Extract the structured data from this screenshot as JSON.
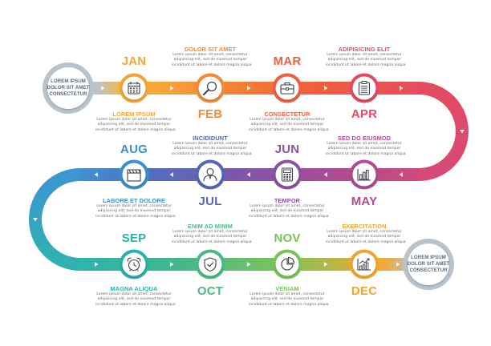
{
  "start": {
    "text": [
      "LOREM IPSUM",
      "DOLOR SIT AMET",
      "CONSECTETUR"
    ]
  },
  "end": {
    "text": [
      "LOREM IPSUM",
      "DOLOR SIT AMET",
      "CONSECTETUR"
    ]
  },
  "months": [
    {
      "label": "JAN",
      "title": "LOREM IPSUM",
      "color": "#f4a533",
      "icon": "calendar-icon"
    },
    {
      "label": "FEB",
      "title": "DOLOR SIT AMET",
      "color": "#f58a34",
      "icon": "magnifier-icon"
    },
    {
      "label": "MAR",
      "title": "CONSECTETUR",
      "color": "#ef5f3c",
      "icon": "briefcase-icon"
    },
    {
      "label": "APR",
      "title": "ADIPISICING ELIT",
      "color": "#e44a62",
      "icon": "clipboard-icon"
    },
    {
      "label": "MAY",
      "title": "SED DO EIUSMOD",
      "color": "#b34a8f",
      "icon": "bar-chart-icon"
    },
    {
      "label": "JUN",
      "title": "TEMPOR",
      "color": "#8a52a3",
      "icon": "calculator-icon"
    },
    {
      "label": "JUL",
      "title": "INCIDIDUNT",
      "color": "#5764ba",
      "icon": "person-icon"
    },
    {
      "label": "AUG",
      "title": "LABORE ET DOLORE",
      "color": "#3b8fcf",
      "icon": "clapperboard-icon"
    },
    {
      "label": "SEP",
      "title": "MAGNA ALIQUA",
      "color": "#29b2a8",
      "icon": "alarm-clock-icon"
    },
    {
      "label": "OCT",
      "title": "ENIM AD MINIM",
      "color": "#48ba86",
      "icon": "shield-icon"
    },
    {
      "label": "NOV",
      "title": "VENIAM",
      "color": "#79c25a",
      "icon": "pie-chart-icon"
    },
    {
      "label": "DEC",
      "title": "EXERCITATION",
      "color": "#f2a52c",
      "icon": "growth-chart-icon"
    }
  ],
  "body_text": [
    "Lorem ipsum dolor sit amet, consectetur",
    "adipisicing elit, sed do eiusmod tempor",
    "incididunt ut labore et dolore magna aliqua"
  ]
}
